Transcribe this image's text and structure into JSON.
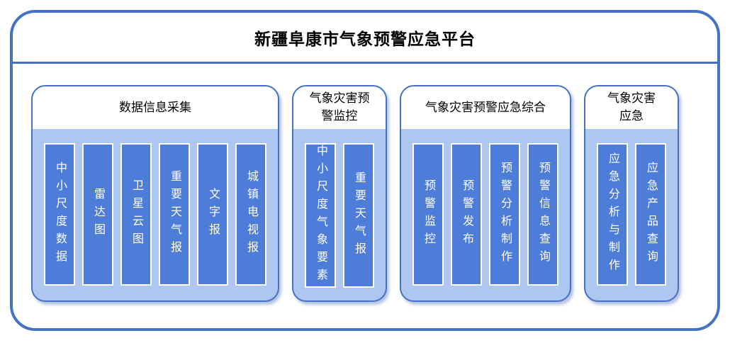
{
  "diagram": {
    "title": "新疆阜康市气象预警应急平台",
    "sections": [
      {
        "header": "数据信息采集",
        "items": [
          "中小尺度数据",
          "雷达图",
          "卫星云图",
          "重要天气报",
          "文字报",
          "城镇电视报"
        ]
      },
      {
        "header": "气象灾害预\n警监控",
        "items": [
          "中小尺度气象要素",
          "重要天气报"
        ]
      },
      {
        "header": "气象灾害预警应急综合",
        "items": [
          "预警监控",
          "预警发布",
          "预警分析制作",
          "预警信息查询"
        ]
      },
      {
        "header": "气象灾害\n应急",
        "items": [
          "应急分析与制作",
          "应急产品查询"
        ]
      }
    ]
  },
  "colors": {
    "frame_border": "#4472C4",
    "section_border": "#4472C4",
    "section_body": "#ADC7F0",
    "node_fill": "#4E7CD9",
    "node_border": "#FFFFFF",
    "node_text": "#FFFFFF",
    "heading_text": "#000000"
  }
}
